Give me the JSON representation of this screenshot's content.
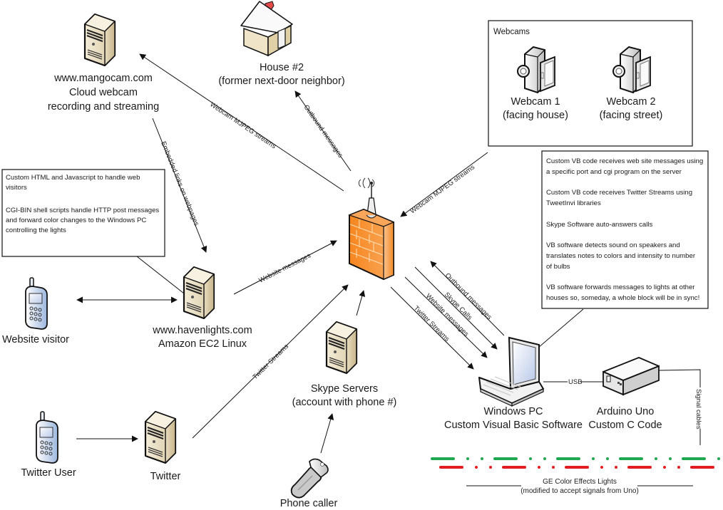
{
  "title": "Holiday lights network diagram",
  "nodes": {
    "mangocam": {
      "icon": "server-icon",
      "lines": [
        "www.mangocam.com",
        "Cloud webcam",
        "recording and streaming"
      ]
    },
    "house2": {
      "icon": "house-icon",
      "lines": [
        "House #2",
        "(former next-door neighbor)"
      ]
    },
    "webcams_group": {
      "title": "Webcams"
    },
    "webcam1": {
      "icon": "video-camera-icon",
      "lines": [
        "Webcam 1",
        "(facing house)"
      ]
    },
    "webcam2": {
      "icon": "video-camera-icon",
      "lines": [
        "Webcam 2",
        "(facing street)"
      ]
    },
    "firewall": {
      "icon": "wireless-firewall-icon"
    },
    "website_visitor": {
      "icon": "cell-phone-icon",
      "lines": [
        "Website visitor"
      ]
    },
    "havenlights": {
      "icon": "server-icon",
      "lines": [
        "www.havenlights.com",
        "Amazon EC2 Linux"
      ]
    },
    "skype": {
      "icon": "server-icon",
      "lines": [
        "Skype Servers",
        "(account with phone #)"
      ]
    },
    "twitter_user": {
      "icon": "cell-phone-icon",
      "lines": [
        "Twitter User"
      ]
    },
    "twitter": {
      "icon": "server-icon",
      "lines": [
        "Twitter"
      ]
    },
    "phone_caller": {
      "icon": "flip-phone-icon",
      "lines": [
        "Phone caller"
      ]
    },
    "windows_pc": {
      "icon": "laptop-icon",
      "lines": [
        "Windows PC",
        "Custom Visual Basic Software"
      ]
    },
    "arduino": {
      "icon": "device-box-icon",
      "lines": [
        "Arduino Uno",
        "Custom C Code"
      ]
    },
    "lights": {
      "lines": [
        "GE Color Effects Lights",
        "(modified to accept signals from Uno)"
      ],
      "colors": {
        "green": "#1fa84f",
        "red": "#e31b23"
      }
    }
  },
  "notes": {
    "web_server_note": [
      "Custom HTML and Javascript to handle web",
      "visitors",
      "",
      "CGI-BIN shell scripts handle HTTP post messages",
      "and forward color changes to the Windows PC",
      "controlling the lights"
    ],
    "pc_note": [
      "Custom VB code receives web site messages using",
      "a specific port and cgi program on the server",
      "",
      "Custom VB code receives Twitter Streams using",
      "TweetInvi libraries",
      "",
      "Skype Software auto-answers calls",
      "",
      "VB software detects sound on speakers and",
      "translates notes to colors and intensity to number",
      "of bulbs",
      "",
      "VB software forwards messages to lights at other",
      "houses so, someday, a whole block will be in sync!"
    ]
  },
  "edges": {
    "firewall_to_mangocam": "Webcam MJPEG streams",
    "firewall_to_house2": "Outbound messages",
    "webcams_to_firewall": "Webcam MJPEG streams",
    "mangocam_to_havenlights": "Embedded links on webpages",
    "havenlights_to_firewall": "Website messages",
    "twitter_to_firewall": "Twitter Streams",
    "pc_to_firewall": "Outbound messages",
    "firewall_to_pc_skype": "Skype Calls",
    "firewall_to_pc_website": "Website messages",
    "firewall_to_pc_twitter": "Twitter Streams",
    "pc_to_arduino": "USB",
    "arduino_to_lights": "Signal cables"
  }
}
